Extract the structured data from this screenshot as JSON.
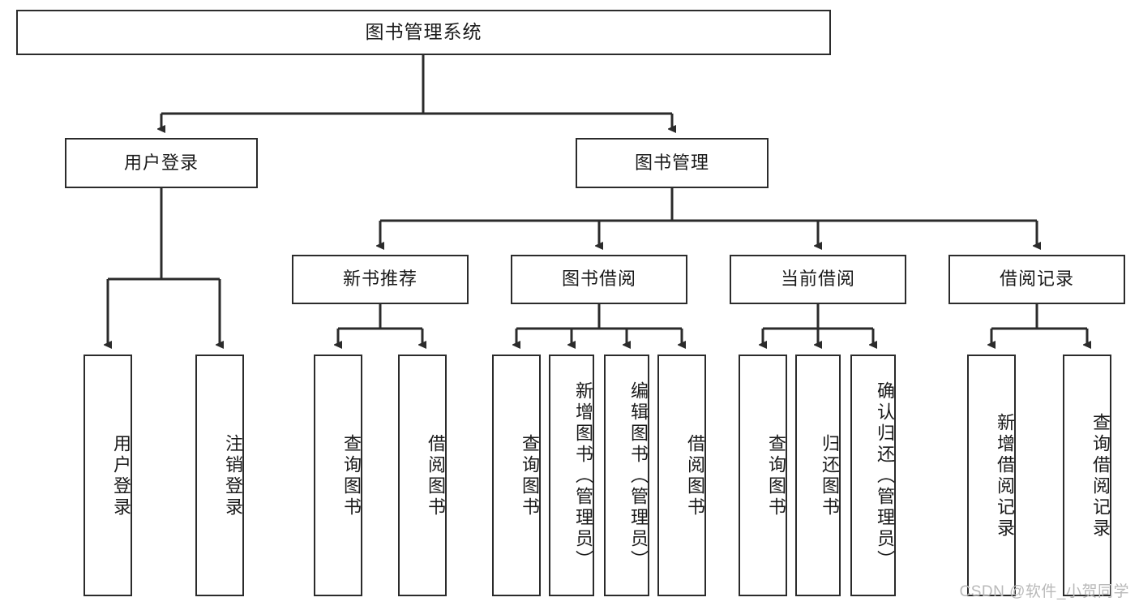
{
  "diagram": {
    "title": "图书管理系统",
    "watermark": "CSDN @软件_小贺同学",
    "stroke_color": "#2b2b2b",
    "fill_color": "#ffffff",
    "text_color": "#1a1a1a",
    "watermark_color": "#b9b9b9"
  },
  "root": {
    "label": "图书管理系统"
  },
  "level2": [
    {
      "label": "用户登录"
    },
    {
      "label": "图书管理"
    }
  ],
  "level3": [
    {
      "label": "新书推荐"
    },
    {
      "label": "图书借阅"
    },
    {
      "label": "当前借阅"
    },
    {
      "label": "借阅记录"
    }
  ],
  "leaves": {
    "user_login": [
      {
        "label": "用户登录"
      },
      {
        "label": "注销登录"
      }
    ],
    "new_book": [
      {
        "label": "查询图书"
      },
      {
        "label": "借阅图书"
      }
    ],
    "book_borrow": [
      {
        "label": "查询图书"
      },
      {
        "label": "新增图书（管理员）"
      },
      {
        "label": "编辑图书（管理员）"
      },
      {
        "label": "借阅图书"
      }
    ],
    "current_borrow": [
      {
        "label": "查询图书"
      },
      {
        "label": "归还图书"
      },
      {
        "label": "确认归还（管理员）"
      }
    ],
    "borrow_record": [
      {
        "label": "新增借阅记录"
      },
      {
        "label": "查询借阅记录"
      }
    ]
  }
}
